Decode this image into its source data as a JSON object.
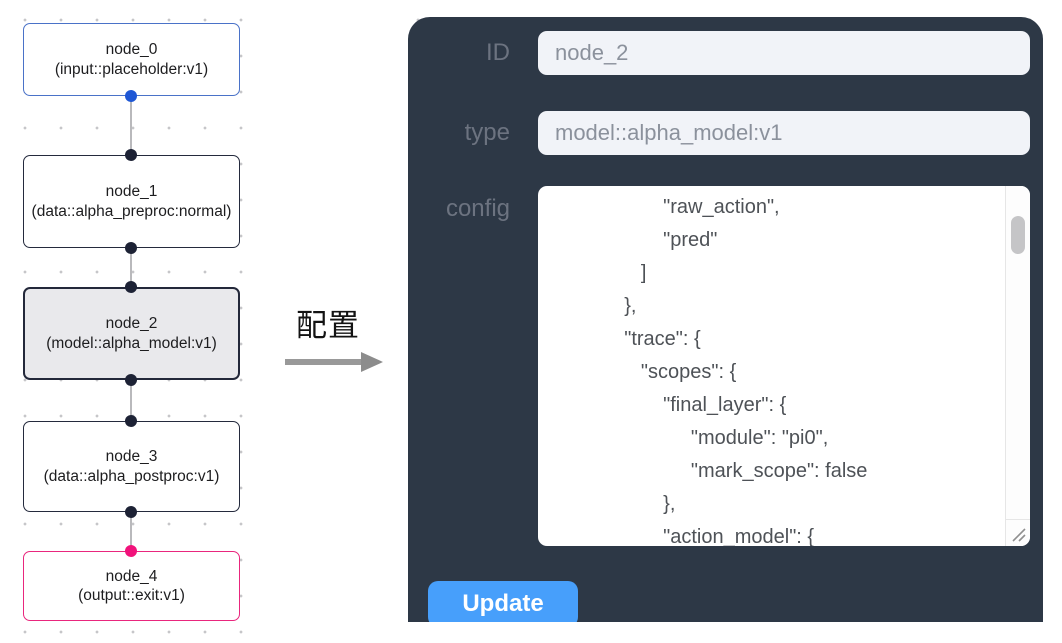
{
  "flow": {
    "nodes": [
      {
        "id": "node_0",
        "type_label": "(input::placeholder:v1)"
      },
      {
        "id": "node_1",
        "type_label": "(data::alpha_preproc:normal)"
      },
      {
        "id": "node_2",
        "type_label": "(model::alpha_model:v1)"
      },
      {
        "id": "node_3",
        "type_label": "(data::alpha_postproc:v1)"
      },
      {
        "id": "node_4",
        "type_label": "(output::exit:v1)"
      }
    ]
  },
  "transition": {
    "label": "配置"
  },
  "panel": {
    "id_label": "ID",
    "id_value": "node_2",
    "type_label": "type",
    "type_value": "model::alpha_model:v1",
    "config_label": "config",
    "config_text": "                    \"raw_action\",\n                    \"pred\"\n                ]\n             },\n             \"trace\": {\n                \"scopes\": {\n                    \"final_layer\": {\n                         \"module\": \"pi0\",\n                         \"mark_scope\": false\n                    },\n                    \"action_model\": {",
    "update_label": "Update"
  },
  "colors": {
    "panel_background": "#2d3846",
    "update_button": "#479ffb",
    "input_node_border": "#4a72c8",
    "output_node_border": "#e9267d",
    "default_node_border": "#242a3d",
    "selected_node_fill": "#e9e9ec",
    "port_blue": "#1e57d5",
    "port_pink": "#f1127b",
    "port_dark": "#1d2235"
  }
}
